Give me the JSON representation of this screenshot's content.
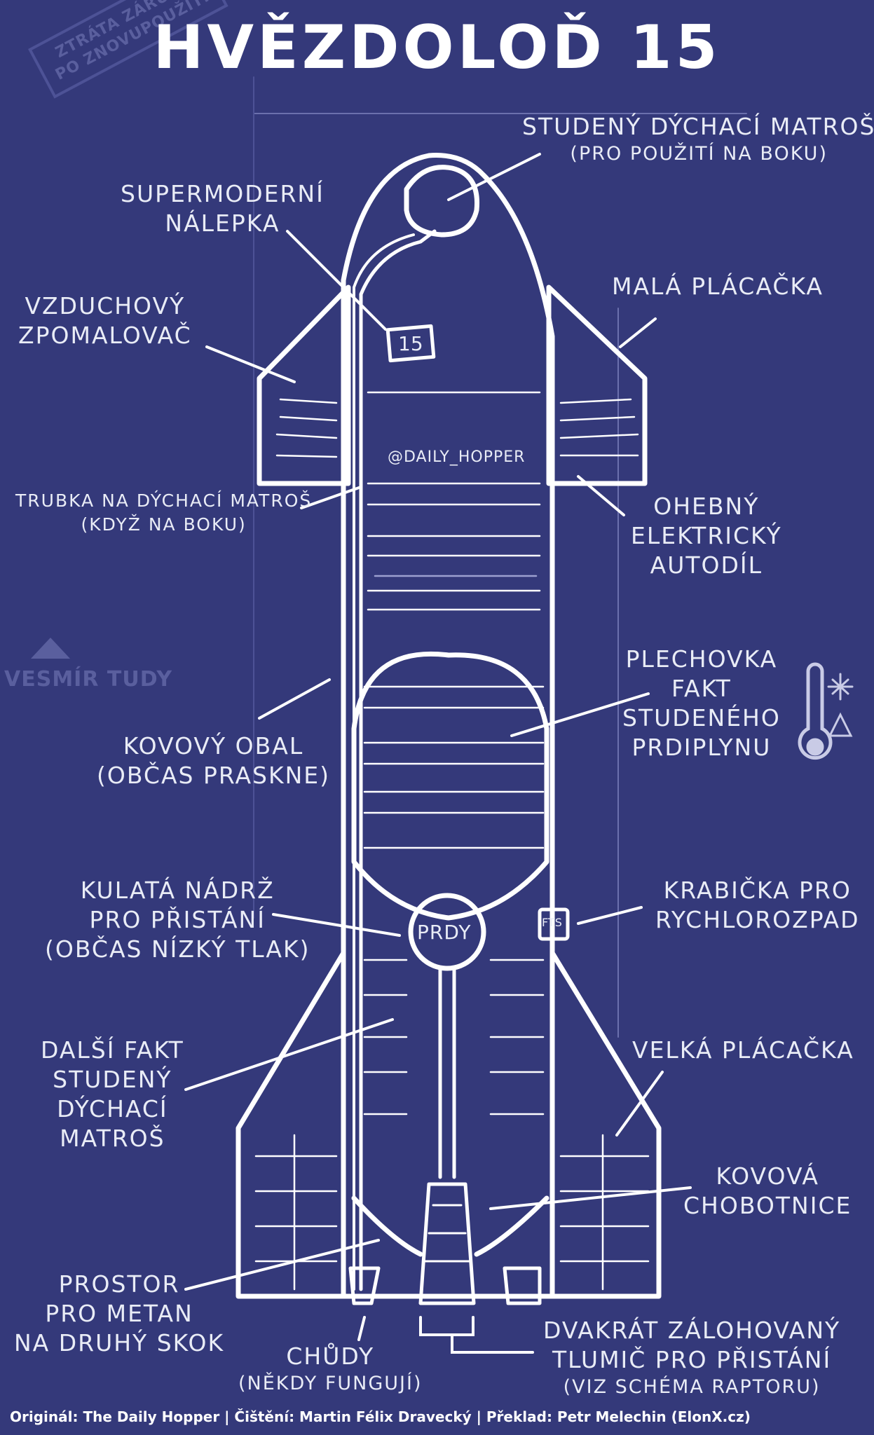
{
  "title": "HVĚZDOLOĎ 15",
  "stamp": [
    "ZTRÁTA ZÁRUKY",
    "PO ZNOVUPOUŽITÍ"
  ],
  "space_this_way": "VESMÍR TUDY",
  "ship_text": {
    "decal": "15",
    "handle": "@DAILY_HOPPER",
    "engines": "PRDY",
    "fts": "FTS"
  },
  "labels": {
    "cold_gas_top": {
      "line1": "STUDENÝ DÝCHACÍ MATROŠ",
      "sub": "(PRO POUŽITÍ NA BOKU)"
    },
    "sticker": {
      "line1": "SUPERMODERNÍ",
      "line2": "NÁLEPKA"
    },
    "air_brake": {
      "line1": "VZDUCHOVÝ",
      "line2": "ZPOMALOVAČ"
    },
    "small_flap": {
      "line1": "MALÁ PLÁCAČKA"
    },
    "tube": {
      "line1": "TRUBKA NA DÝCHACÍ MATROŠ",
      "line2": "(KDYŽ NA BOKU)"
    },
    "electric_part": {
      "line1": "OHEBNÝ",
      "line2": "ELEKTRICKÝ",
      "line3": "AUTODÍL"
    },
    "can": {
      "line1": "PLECHOVKA",
      "line2": "FAKT",
      "line3": "STUDENÉHO",
      "line4": "PRDIPLYNU"
    },
    "shell": {
      "line1": "KOVOVÝ OBAL",
      "line2": "(OBČAS PRASKNE)"
    },
    "round_tank": {
      "line1": "KULATÁ NÁDRŽ",
      "line2": "PRO PŘISTÁNÍ",
      "line3": "(OBČAS NÍZKÝ TLAK)"
    },
    "fts_box": {
      "line1": "KRABIČKA PRO",
      "line2": "RYCHLOROZPAD"
    },
    "more_cold": {
      "line1": "DALŠÍ FAKT",
      "line2": "STUDENÝ",
      "line3": "DÝCHACÍ",
      "line4": "MATROŠ"
    },
    "big_flap": {
      "line1": "VELKÁ PLÁCAČKA"
    },
    "octopus": {
      "line1": "KOVOVÁ",
      "line2": "CHOBOTNICE"
    },
    "methane": {
      "line1": "PROSTOR",
      "line2": "PRO METAN",
      "line3": "NA DRUHÝ SKOK"
    },
    "legs": {
      "line1": "CHŮDY",
      "sub": "(NĚKDY FUNGUJÍ)"
    },
    "damper": {
      "line1": "DVAKRÁT ZÁLOHOVANÝ",
      "line2": "TLUMIČ PRO PŘISTÁNÍ",
      "sub": "(VIZ SCHÉMA RAPTORU)"
    }
  },
  "footer": "Originál: The Daily Hopper | Čištění: Martin Félix Dravecký | Překlad: Petr Melechin (ElonX.cz)",
  "colors": {
    "background": "#34397a",
    "ink": "#ffffff",
    "faint": "#5a5f9e"
  }
}
